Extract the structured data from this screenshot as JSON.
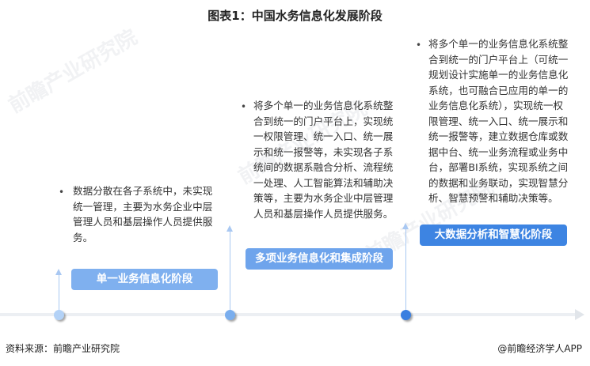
{
  "title": "图表1：中国水务信息化发展阶段",
  "stages": [
    {
      "label": "单一业务信息化阶段",
      "color": "#7fb0ef",
      "dot_color": "#b3d2f7",
      "lines": [
        "数据分散在各子系统中，未实现",
        "统一管理，主要为水务企业中层",
        "管理人员和基层操作人员提供服",
        "务。"
      ]
    },
    {
      "label": "多项业务信息化和集成阶段",
      "color": "#6ea4ec",
      "dot_color": "#7aaeee",
      "lines": [
        "将多个单一的业务信息化系统整",
        "合到统一的门户平台上，实现统",
        "一权限管理、统一入口、统一展",
        "示和统一报警等，未实现各子系",
        "统间的数据系融合分析、流程统",
        "一处理、人工智能算法和辅助决",
        "策等，主要为水务企业中层管理",
        "人员和基层操作人员提供服务。"
      ]
    },
    {
      "label": "大数据分析和智慧化阶段",
      "color": "#3d84e2",
      "dot_color": "#3a7fe0",
      "lines": [
        "将多个单一的业务信息化系统整",
        "合到统一的门户平台上（可统一",
        "规划设计实施单一的业务信息化",
        "系统，也可融合已应用的单一的",
        "业务信息化系统），实现统一权",
        "限管理、统一入口、统一展示和",
        "统一报警等，建立数据仓库或数",
        "据中台、统一业务流程或业务中",
        "台，部署BI系统，实现系统之间",
        "的数据和业务联动，实现智慧分",
        "析、智慧预警和辅助决策等。"
      ]
    }
  ],
  "bullet": "•",
  "footer": {
    "source": "资料来源：前瞻产业研究院",
    "brand": "@前瞻经济学人APP"
  },
  "watermark": "前瞻产业研究院"
}
